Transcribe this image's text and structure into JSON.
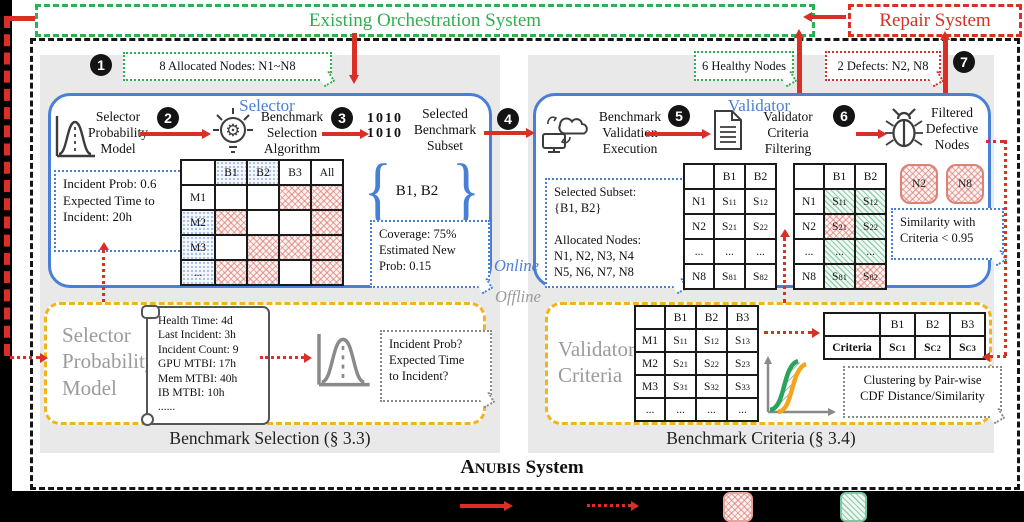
{
  "colors": {
    "green": "#2eb050",
    "red": "#d92f27",
    "blue": "#4a7fd6",
    "yellow": "#f2b41c",
    "panel_gray": "#e9e9e9"
  },
  "steps": [
    "1",
    "2",
    "3",
    "4",
    "5",
    "6",
    "7"
  ],
  "top": {
    "orchestration": "Existing Orchestration System",
    "repair": "Repair System"
  },
  "flow_labels": {
    "allocated": "8 Allocated Nodes: N1~N8",
    "healthy": "6 Healthy Nodes",
    "defects": "2 Defects: N2, N8",
    "online": "Online",
    "offline": "Offline"
  },
  "selector": {
    "title": "Selector",
    "prob_model_label": [
      "Selector",
      "Probability",
      "Model"
    ],
    "algorithm_label": [
      "Benchmark",
      "Selection",
      "Algorithm"
    ],
    "binary_glyph": [
      "1010",
      "1010"
    ],
    "subset_label": [
      "Selected",
      "Benchmark",
      "Subset"
    ],
    "incident_note": [
      "Incident Prob: 0.6",
      "Expected Time to",
      "Incident: 20h"
    ],
    "brace_open": "{",
    "brace_close": "}",
    "subset_value": "B1, B2",
    "coverage_note": [
      "Coverage: 75%",
      "Estimated New",
      "Prob: 0.15"
    ],
    "table": {
      "rows": [
        [
          "",
          "B1|blue",
          "B2|blue",
          "B3",
          "All"
        ],
        [
          "M1",
          "",
          "",
          "|red",
          "|red"
        ],
        [
          "M2|blue",
          "|red",
          "",
          "",
          "|red"
        ],
        [
          "M3|blue",
          "",
          "|red",
          "|red",
          "|red"
        ],
        [
          "...|blue",
          "|red",
          "|red",
          "",
          "|red"
        ]
      ]
    }
  },
  "validator": {
    "title": "Validator",
    "execution_label": [
      "Benchmark",
      "Validation",
      "Execution"
    ],
    "filtering_label": [
      "Validator",
      "Criteria",
      "Filtering"
    ],
    "filtered_label": [
      "Filtered",
      "Defective",
      "Nodes"
    ],
    "subset_note": [
      "Selected Subset:",
      "{B1, B2}",
      "",
      "Allocated Nodes:",
      "N1, N2, N3, N4",
      "N5, N6, N7, N8"
    ],
    "similarity_note": [
      "Similarity with",
      "Criteria < 0.95"
    ],
    "defective_nodes": [
      "N2",
      "N8"
    ],
    "scores_table": {
      "rows": [
        [
          "",
          "B1",
          "B2"
        ],
        [
          "N1",
          "S_11",
          "S_12"
        ],
        [
          "N2",
          "S_21",
          "S_22"
        ],
        [
          "...",
          "...",
          "..."
        ],
        [
          "N8",
          "S_81",
          "S_82"
        ]
      ]
    },
    "filtered_table": {
      "rows": [
        [
          "",
          "B1",
          "B2"
        ],
        [
          "N1",
          "S_11|green",
          "S_12|green"
        ],
        [
          "N2",
          "S_21|red",
          "S_22|green"
        ],
        [
          "...",
          "...|green",
          "...|green"
        ],
        [
          "N8",
          "S_81|green",
          "S_82|red"
        ]
      ]
    }
  },
  "offline_left": {
    "title": [
      "Selector",
      "Probability",
      "Model"
    ],
    "scroll_lines": [
      "Health Time: 4d",
      "Last Incident: 3h",
      "Incident Count: 9",
      "GPU MTBI: 17h",
      "Mem MTBI: 40h",
      "IB MTBI: 10h",
      "......"
    ],
    "question_note": [
      "Incident Prob?",
      "Expected Time",
      "to Incident?"
    ],
    "caption": "Benchmark Selection (§ 3.3)"
  },
  "offline_right": {
    "title": [
      "Validator",
      "Criteria"
    ],
    "matrix_table": {
      "rows": [
        [
          "",
          "B1",
          "B2",
          "B3"
        ],
        [
          "M1",
          "S_11",
          "S_12",
          "S_13"
        ],
        [
          "M2",
          "S_21",
          "S_22",
          "S_23"
        ],
        [
          "M3",
          "S_31",
          "S_32",
          "S_33"
        ],
        [
          "...",
          "...",
          "...",
          "..."
        ]
      ]
    },
    "criteria_table": {
      "rows": [
        [
          "",
          "B1",
          "B2",
          "B3"
        ],
        [
          "Criteria|bold",
          "S_C1|bold",
          "S_C2|bold",
          "S_C3|bold"
        ]
      ]
    },
    "clustering_note": [
      "Clustering by Pair-wise",
      "CDF Distance/Similarity"
    ],
    "caption": "Benchmark Criteria (§ 3.4)"
  },
  "footer": {
    "brand_a": "A",
    "brand_nubis": "NUBIS",
    "brand_system": "System"
  }
}
